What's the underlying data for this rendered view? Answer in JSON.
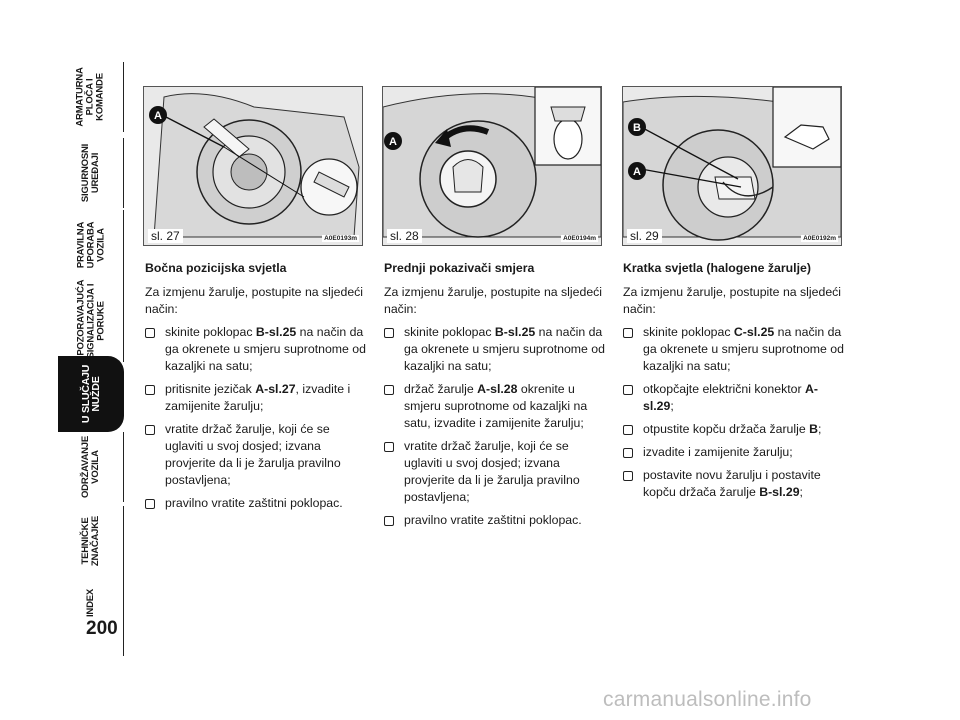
{
  "sidebar": {
    "tabs": [
      {
        "label": "ARMATURNA\nPLOČA I\nKOMANDE",
        "active": false
      },
      {
        "label": "SIGURNOSNI\nUREĐAJI",
        "active": false
      },
      {
        "label": "PRAVILNA\nUPORABA\nVOZILA",
        "active": false
      },
      {
        "label": "UPOZORAVAJUĆA\nSIGNALIZACIJA I\nPORUKE",
        "active": false
      },
      {
        "label": "U SLUČAJU\nNUŽDE",
        "active": true
      },
      {
        "label": "ODRŽAVANJE\nVOZILA",
        "active": false
      },
      {
        "label": "TEHNIČKE\nZNAČAJKE",
        "active": false
      },
      {
        "label": "INDEX",
        "active": false
      }
    ],
    "page_number": "200"
  },
  "figures": [
    {
      "label": "sl. 27",
      "code": "A0E0193m",
      "callouts": [
        "A"
      ]
    },
    {
      "label": "sl. 28",
      "code": "A0E0194m",
      "callouts": [
        "A"
      ]
    },
    {
      "label": "sl. 29",
      "code": "A0E0192m",
      "callouts": [
        "B",
        "A"
      ]
    }
  ],
  "columns": [
    {
      "heading": "Bočna pozicijska svjetla",
      "intro": "Za izmjenu žarulje, postupite na sljedeći način:",
      "steps": [
        {
          "pre": "skinite poklopac ",
          "bold": "B-sl.25",
          "post": " na način da ga okrenete u smjeru suprotnome od kazaljki na satu;"
        },
        {
          "pre": "pritisnite jezičak ",
          "bold": "A-sl.27",
          "post": ", izvadite i zamijenite žarulju;"
        },
        {
          "pre": "vratite držač žarulje, koji će se uglaviti u svoj dosjed; izvana provjerite da li je žarulja pravilno postavljena;",
          "bold": "",
          "post": ""
        },
        {
          "pre": "pravilno vratite zaštitni poklopac.",
          "bold": "",
          "post": ""
        }
      ]
    },
    {
      "heading": "Prednji pokazivači smjera",
      "intro": "Za izmjenu žarulje, postupite na sljedeći način:",
      "steps": [
        {
          "pre": "skinite poklopac ",
          "bold": "B-sl.25",
          "post": " na način da ga okrenete u smjeru suprotnome od kazaljki na satu;"
        },
        {
          "pre": "držač žarulje ",
          "bold": "A-sl.28",
          "post": " okrenite u smjeru suprotnome od kazaljki na satu, izvadite i zamijenite žarulju;"
        },
        {
          "pre": "vratite držač žarulje, koji će se uglaviti u svoj dosjed; izvana provjerite da li je žarulja pravilno postavljena;",
          "bold": "",
          "post": ""
        },
        {
          "pre": "pravilno vratite zaštitni poklopac.",
          "bold": "",
          "post": ""
        }
      ]
    },
    {
      "heading": "Kratka svjetla (halogene žarulje)",
      "intro": "Za izmjenu žarulje, postupite na sljedeći način:",
      "steps": [
        {
          "pre": "skinite poklopac ",
          "bold": "C-sl.25",
          "post": " na način da ga okrenete u smjeru suprotnome od kazaljki na satu;"
        },
        {
          "pre": "otkopčajte električni konektor ",
          "bold": "A-sl.29",
          "post": ";"
        },
        {
          "pre": "otpustite kopču držača žarulje ",
          "bold": "B",
          "post": ";"
        },
        {
          "pre": "izvadite i zamijenite žarulju;",
          "bold": "",
          "post": ""
        },
        {
          "pre": "postavite novu žarulju i postavite kopču držača žarulje ",
          "bold": "B-sl.29",
          "post": ";"
        }
      ]
    }
  ],
  "watermark": "carmanualsonline.info"
}
